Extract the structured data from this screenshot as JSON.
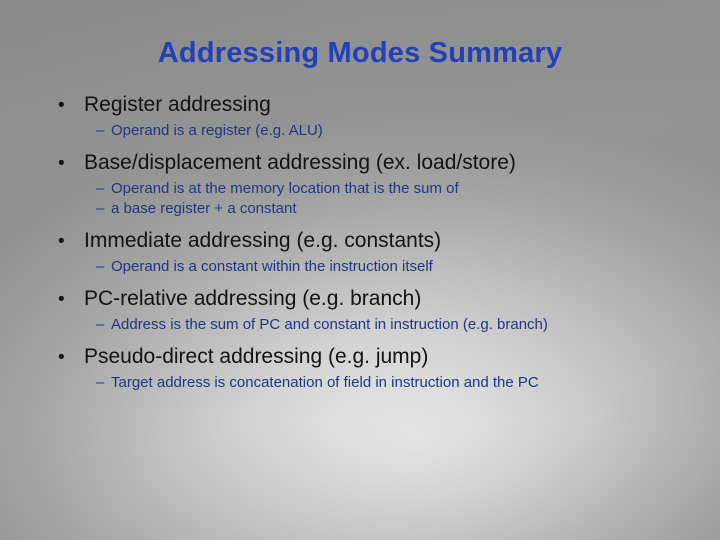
{
  "slide": {
    "title": "Addressing Modes Summary",
    "title_color": "#2340b8",
    "bullet_color": "#131313",
    "sub_bullet_color": "#1f3782",
    "bullet_marker": "•",
    "sub_bullet_marker": "–",
    "background": {
      "base_color": "#9c9c9c",
      "highlight_color": "#ececec"
    },
    "groups": [
      {
        "bullet": "Register addressing",
        "sub_bullets": [
          "Operand is a register (e.g. ALU)"
        ]
      },
      {
        "bullet": "Base/displacement addressing (ex. load/store)",
        "sub_bullets": [
          "Operand is at the memory location that is the sum of",
          "a base register + a constant"
        ]
      },
      {
        "bullet": "Immediate addressing (e.g. constants)",
        "sub_bullets": [
          "Operand is a constant within the instruction itself"
        ]
      },
      {
        "bullet": "PC-relative addressing (e.g. branch)",
        "sub_bullets": [
          "Address is the sum of PC and constant in instruction (e.g. branch)"
        ]
      },
      {
        "bullet": "Pseudo-direct addressing (e.g. jump)",
        "sub_bullets": [
          "Target address is concatenation of field in instruction and the PC"
        ]
      }
    ]
  }
}
